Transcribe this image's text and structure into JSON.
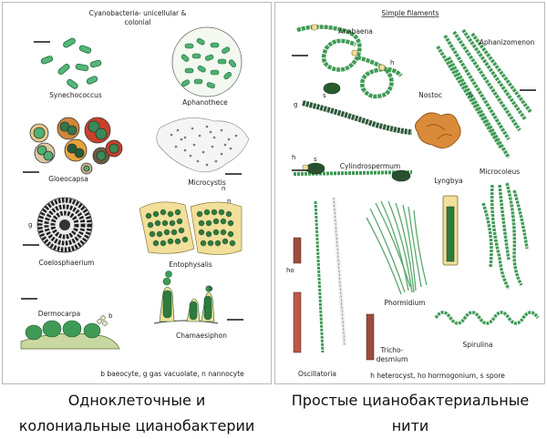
{
  "left_panel": {
    "title_line1": "Cyanobacteria- unicellular &",
    "title_line2": "colonial",
    "labels": {
      "synechococcus": "Synechococcus",
      "aphanothece": "Aphanothece",
      "gloeocapsa": "Gloeocapsa",
      "microcystis": "Microcystis",
      "n_marker": "n",
      "coelosphaerium": "Coelosphaerium",
      "g_marker": "g",
      "entophysalis": "Entophysalis",
      "dermocarpa": "Dermocarpa",
      "b_marker": "b",
      "chamaesiphon": "Chamaesiphon"
    },
    "legend": "b  baeocyte,  g  gas vacuolate,  n  nannocyte"
  },
  "right_panel": {
    "title": "Simple   filaments",
    "labels": {
      "anabaena": "Anabaena",
      "aphanizomenon": "Aphanizomenon",
      "h_marker": "h",
      "s_marker": "s",
      "g_marker": "g",
      "nostoc": "Nostoc",
      "cylindrospermum": "Cylindrospermum",
      "lyngbya": "Lyngbya",
      "microcoleus": "Microcoleus",
      "ho_marker": "ho",
      "phormidium": "Phormidium",
      "spirulina": "Spirulina",
      "oscillatoria": "Oscillatoria",
      "trichodesmium_1": "Tricho-",
      "trichodesmium_2": "desmium"
    },
    "legend": "h  heterocyst,  ho  hormogonium,  s  spore"
  },
  "captions": {
    "left_line1": "Одноклеточные и",
    "left_line2": "колониальные цианобактерии",
    "right_line1": "Простые цианобактериальные",
    "right_line2": "нити"
  },
  "colors": {
    "cell_green": "#4fb071",
    "dark_green": "#1f6b3c",
    "olive": "#6e8a2e",
    "sheath_yellow": "#f1df9a",
    "capsule_red": "#c9402c",
    "nostoc_orange": "#d98b3a",
    "trichome_brown": "#9c4d3e"
  }
}
